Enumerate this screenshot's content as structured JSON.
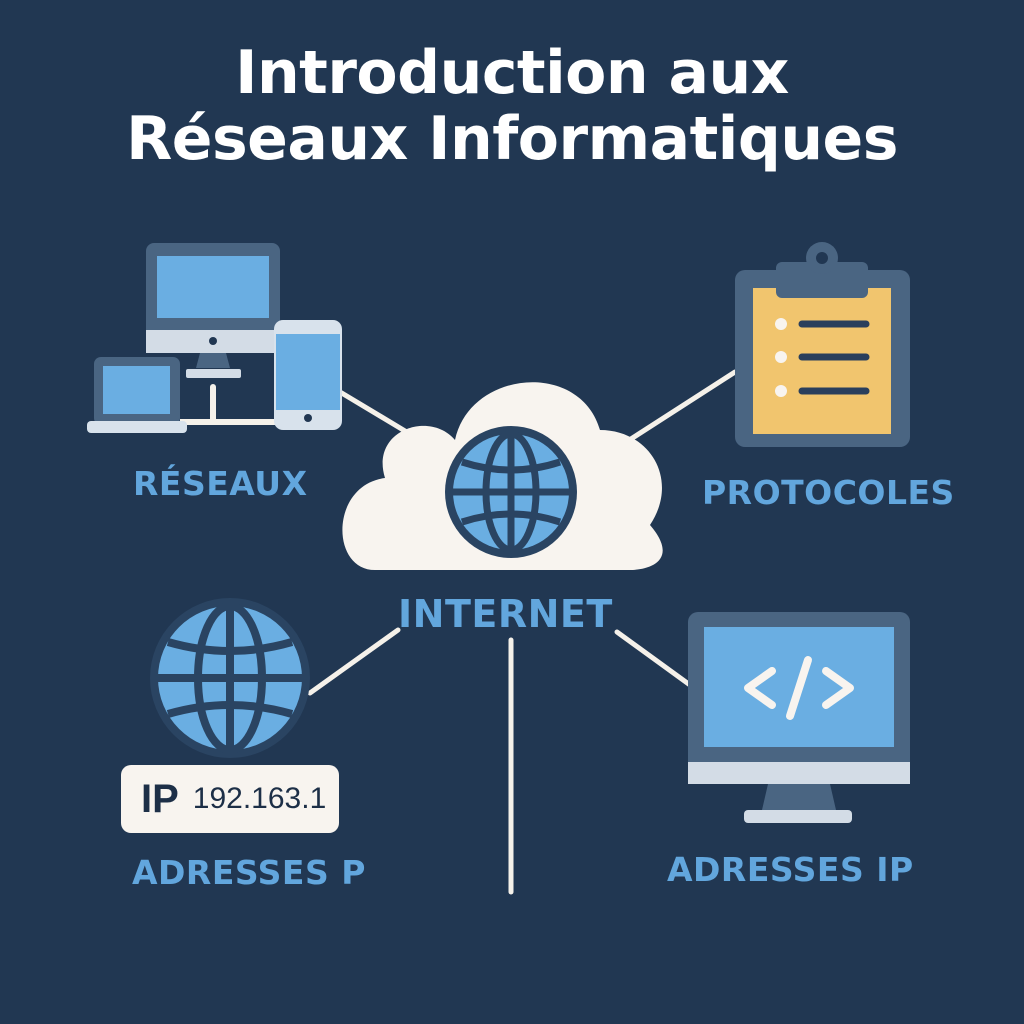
{
  "title": {
    "line1": "Introduction aux",
    "line2": "Réseaux Informatiques"
  },
  "nodes": {
    "center": {
      "label": "INTERNET",
      "icon": "cloud-globe-icon"
    },
    "top_left": {
      "label": "RÉSEAUX",
      "icon": "devices-icon"
    },
    "top_right": {
      "label": "PROTOCOLES",
      "icon": "clipboard-icon"
    },
    "bottom_left": {
      "label": "ADRESSES P",
      "icon": "globe-icon",
      "ip_prefix": "IP",
      "ip_value": "192.163.1"
    },
    "bottom_right": {
      "label": "ADRESSES IP",
      "icon": "code-monitor-icon"
    }
  },
  "colors": {
    "background": "#213752",
    "accent": "#62a6dd",
    "screen": "#6aaee2",
    "frame": "#4a6582",
    "note": "#f1c56e",
    "line": "#f5f1ea"
  }
}
